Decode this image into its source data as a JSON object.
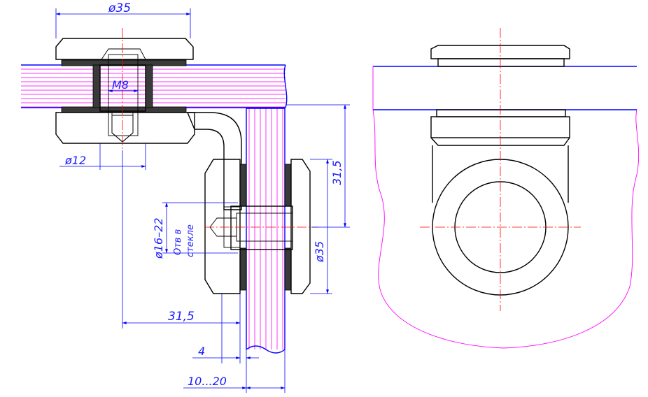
{
  "dimensions": {
    "top_diameter": "ø35",
    "thread": "M8",
    "bolt_diameter": "ø12",
    "height": "31,5",
    "hole_diameter": "ø16–22",
    "hole_note_line1": "Отв в",
    "hole_note_line2": "стекле",
    "clamp_diameter": "ø35",
    "offset": "31,5",
    "gap": "4",
    "glass_thickness": "10...20"
  },
  "colors": {
    "outline": "#000000",
    "dimension": "#0000ff",
    "axis": "#ff0000",
    "glass_hatch": "#ff00ff"
  }
}
